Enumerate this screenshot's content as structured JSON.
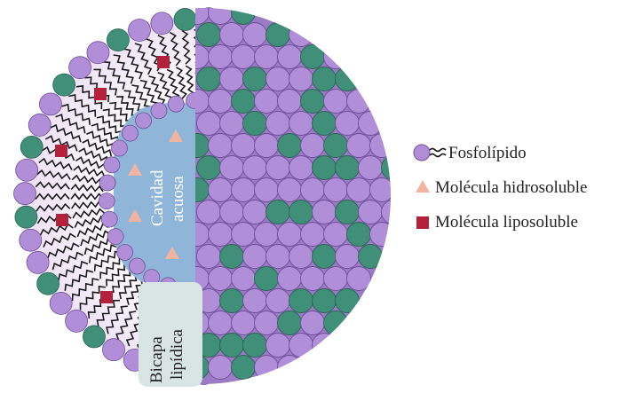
{
  "diagram": {
    "cavity_label_line1": "Cavidad",
    "cavity_label_line2": "acuosa",
    "bilayer_label_line1": "Bicapa",
    "bilayer_label_line2": "lipídica",
    "colors": {
      "lipid_head": "#b08ed8",
      "lipid_head_stroke": "#6e4f98",
      "outer_head": "#3f8f79",
      "outer_head_stroke": "#2a6554",
      "cavity": "#8fb6d8",
      "bilayer_fill": "#ecdff5",
      "bicapa_box": "#d8e5e2",
      "tail": "#1a1a1a",
      "hydrophilic": "#f2b4a0",
      "lipophilic": "#b3213a"
    }
  },
  "legend": {
    "items": [
      {
        "icon": "phospholipid-icon",
        "label": "Fosfolípido"
      },
      {
        "icon": "triangle-icon",
        "label": "Molécula hidrosoluble"
      },
      {
        "icon": "square-icon",
        "label": "Molécula liposoluble"
      }
    ]
  }
}
